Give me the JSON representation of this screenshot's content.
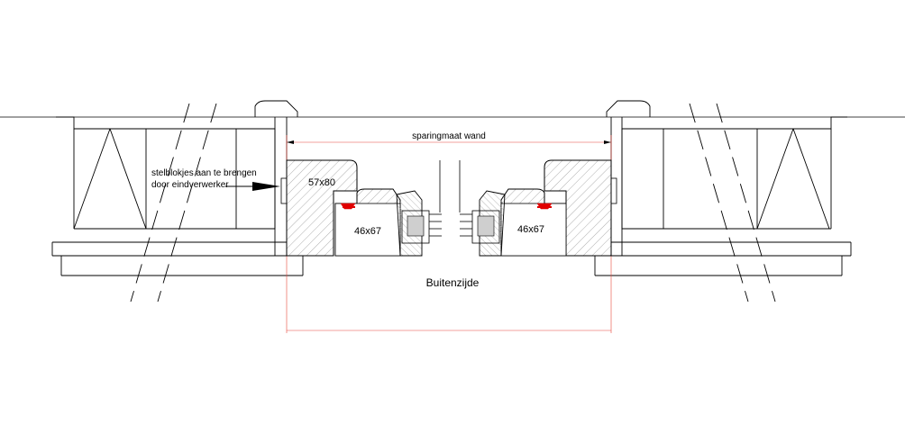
{
  "labels": {
    "dimension": "sparingmaat wand",
    "note_line1": "stelblokjes aan te brengen",
    "note_line2": "door eindverwerker",
    "frame_size": "57x80",
    "sash_left_size": "46x67",
    "sash_right_size": "46x67",
    "side": "Buitenzijde"
  },
  "colors": {
    "line": "#000000",
    "hatch": "#9a9a9a",
    "dimension": "#e8463c",
    "seal": "#e00000"
  }
}
